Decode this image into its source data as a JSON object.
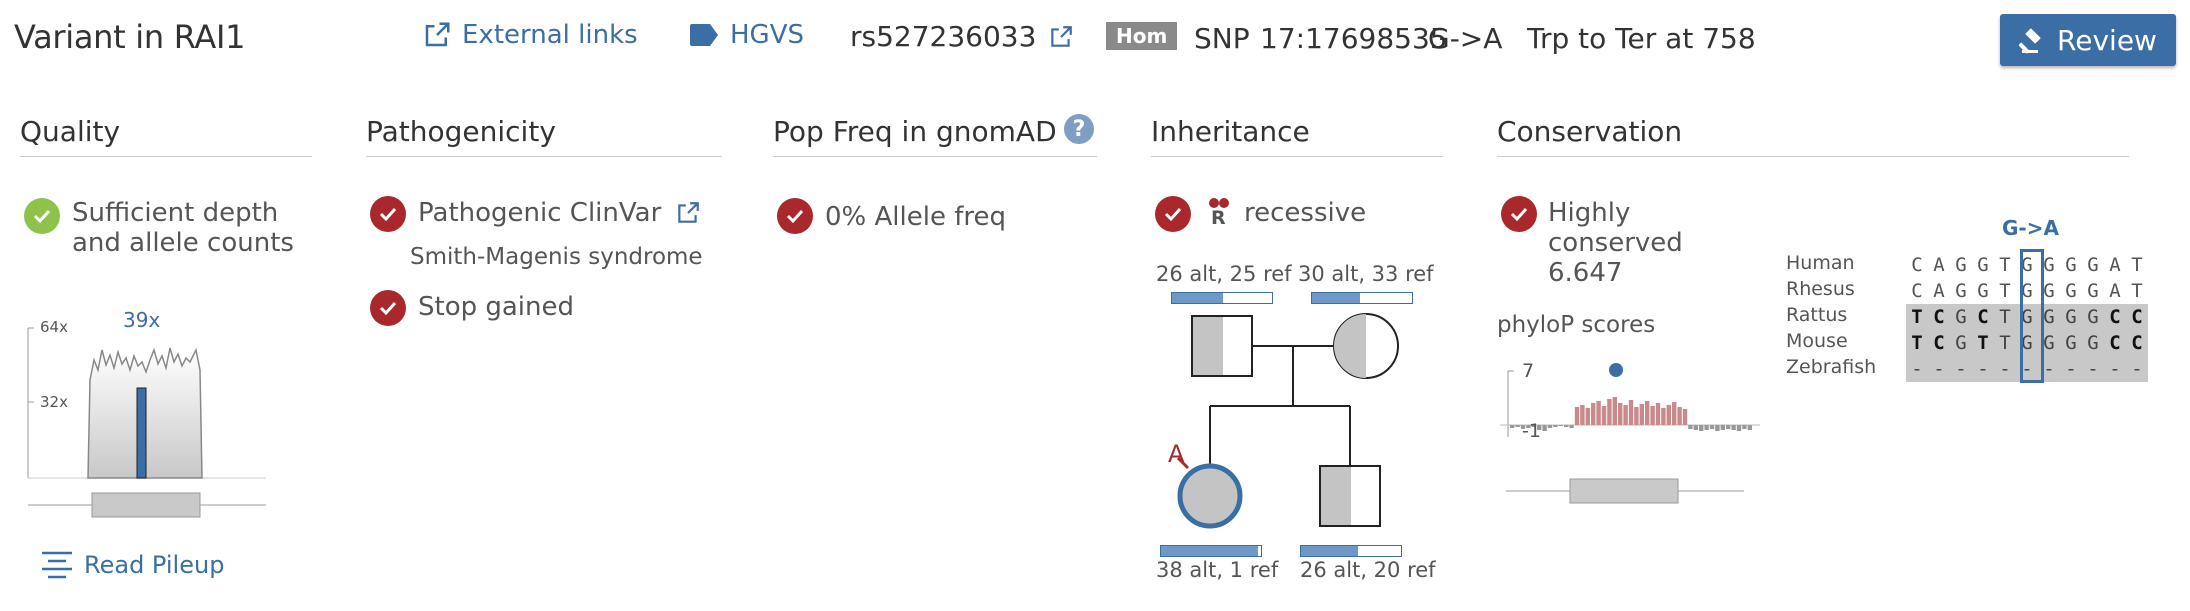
{
  "header": {
    "title": "Variant in RAI1",
    "external_links": "External links",
    "hgvs": "HGVS",
    "rsid": "rs527236033",
    "zygosity": "Hom",
    "type": "SNP",
    "position": "17:17698535",
    "change": "G->A",
    "protein": "Trp to Ter at 758",
    "review": "Review"
  },
  "quality": {
    "title": "Quality",
    "item": "Sufficient depth and allele counts",
    "depth_label": "39x",
    "y_ticks": [
      "64x",
      "32x"
    ],
    "read_pileup": "Read Pileup"
  },
  "pathogenicity": {
    "title": "Pathogenicity",
    "items": [
      {
        "label": "Pathogenic ClinVar",
        "sub": "Smith-Magenis syndrome"
      },
      {
        "label": "Stop gained"
      }
    ]
  },
  "popfreq": {
    "title": "Pop Freq in gnomAD",
    "item": "0% Allele freq"
  },
  "inheritance": {
    "title": "Inheritance",
    "mode_glyph": "R",
    "mode": "recessive",
    "proband_mark": "A",
    "members": [
      {
        "label": "26 alt, 25 ref",
        "alt_fraction": 0.51
      },
      {
        "label": "30 alt, 33 ref",
        "alt_fraction": 0.48
      },
      {
        "label": "38 alt, 1 ref",
        "alt_fraction": 0.97
      },
      {
        "label": "26 alt, 20 ref",
        "alt_fraction": 0.57
      }
    ]
  },
  "conservation": {
    "title": "Conservation",
    "item_line1": "Highly",
    "item_line2": "conserved",
    "score": "6.647",
    "phylop_title": "phyloP scores",
    "phylop_ticks": [
      "7",
      "-1"
    ],
    "alignment_header": "G->A",
    "species": [
      "Human",
      "Rhesus",
      "Rattus",
      "Mouse",
      "Zebrafish"
    ],
    "sequences": [
      "CAGGTGGGGAT",
      "CAGGTGGGGAT",
      "TCGCTGGGGCC",
      "TCGTTGGGGCC",
      "-----------"
    ]
  },
  "colors": {
    "accent": "#3b6ea5",
    "pathogenic_red": "#a8282c",
    "pass_green": "#8ec24a",
    "conservation_bar": "#c98a8c"
  }
}
